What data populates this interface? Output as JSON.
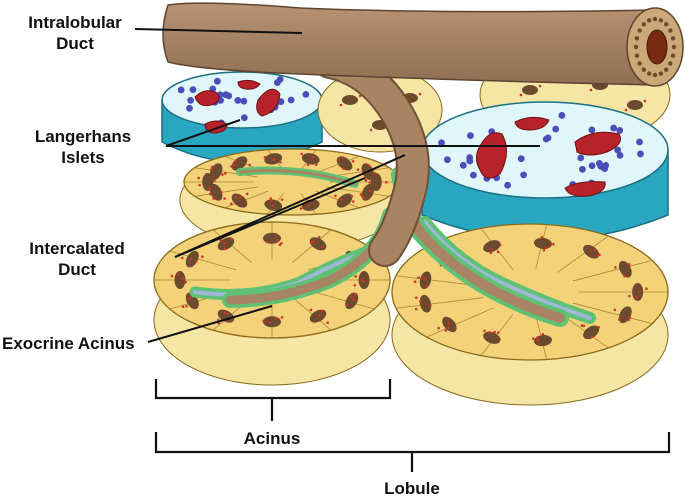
{
  "labels": {
    "intralobular": [
      "Intralobular",
      "Duct"
    ],
    "langerhans": [
      "Langerhans",
      "Islets"
    ],
    "intercalated": [
      "Intercalated",
      "Duct"
    ],
    "exocrine": "Exocrine Acinus",
    "acinus": "Acinus",
    "lobule": "Lobule"
  },
  "colors": {
    "acinar_cell": "#f3d27a",
    "acinar_outline": "#8a6a1a",
    "nucleus": "#6b4a2e",
    "zymogen": "#d0342c",
    "islet_cell": "#dff6fa",
    "islet_side": "#2aa7c0",
    "islet_nucleus": "#4b4db8",
    "capillary": "#b8222a",
    "duct": "#a88463",
    "intercalated": "#7cd58e",
    "lumen": "#9fb8d8"
  }
}
